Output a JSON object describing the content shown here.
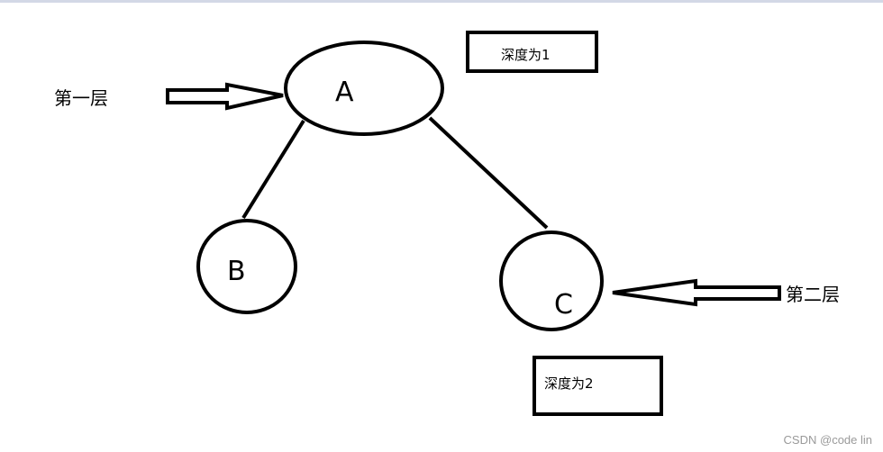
{
  "nodes": {
    "a": "A",
    "b": "B",
    "c": "C"
  },
  "annotations": {
    "depth_1": "深度为1",
    "depth_2": "深度为2",
    "layer_1": "第一层",
    "layer_2": "第二层"
  },
  "watermark": "CSDN @code lin"
}
